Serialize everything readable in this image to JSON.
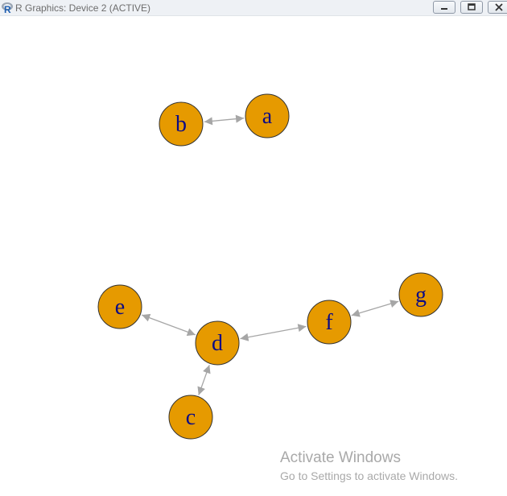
{
  "window": {
    "title": "R Graphics: Device 2 (ACTIVE)",
    "app_icon": "r-logo-icon",
    "controls": [
      {
        "name": "minimize-button",
        "icon": "minimize-icon"
      },
      {
        "name": "maximize-button",
        "icon": "maximize-icon"
      },
      {
        "name": "close-button",
        "icon": "close-icon"
      }
    ]
  },
  "graph": {
    "type": "network",
    "node_color": "#e69a00",
    "node_border_color": "#333333",
    "label_color": "#0b0b85",
    "edge_color": "#a6a6a6",
    "edge_style": "bidirectional arrows",
    "nodes": [
      {
        "id": "a"
      },
      {
        "id": "b"
      },
      {
        "id": "c"
      },
      {
        "id": "d"
      },
      {
        "id": "e"
      },
      {
        "id": "f"
      },
      {
        "id": "g"
      }
    ],
    "edges": [
      {
        "from": "a",
        "to": "b"
      },
      {
        "from": "d",
        "to": "e"
      },
      {
        "from": "d",
        "to": "c"
      },
      {
        "from": "d",
        "to": "f"
      },
      {
        "from": "f",
        "to": "g"
      }
    ]
  },
  "watermark": {
    "title": "Activate Windows",
    "subtitle": "Go to Settings to activate Windows."
  }
}
